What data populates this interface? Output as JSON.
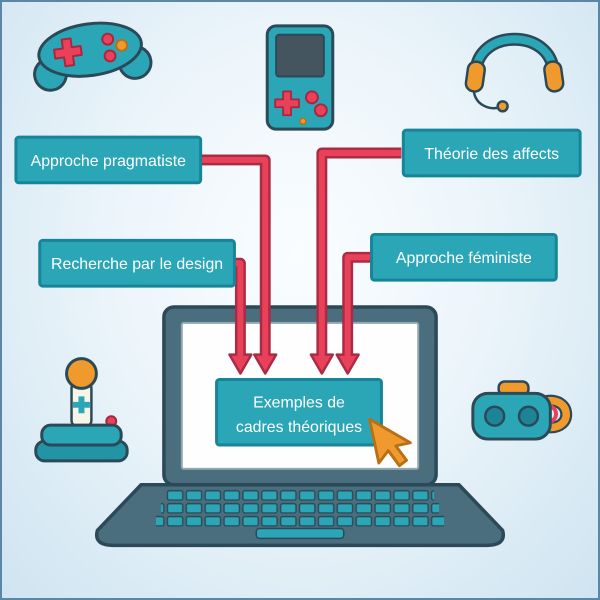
{
  "boxes": [
    {
      "id": "approche-pragmatiste",
      "label": "Approche pragmatiste"
    },
    {
      "id": "theorie-des-affects",
      "label": "Théorie des affects"
    },
    {
      "id": "recherche-par-le-design",
      "label": "Recherche par le design"
    },
    {
      "id": "approche-feministe",
      "label": "Approche féministe"
    }
  ],
  "center_box": {
    "line1": "Exemples de",
    "line2": "cadres théoriques"
  },
  "connections": [
    {
      "from": "Approche pragmatiste",
      "to": "Exemples de cadres théoriques"
    },
    {
      "from": "Théorie des affects",
      "to": "Exemples de cadres théoriques"
    },
    {
      "from": "Recherche par le design",
      "to": "Exemples de cadres théoriques"
    },
    {
      "from": "Approche féministe",
      "to": "Exemples de cadres théoriques"
    }
  ],
  "icons": [
    {
      "name": "gamepad-icon"
    },
    {
      "name": "handheld-console-icon"
    },
    {
      "name": "headphones-icon"
    },
    {
      "name": "joystick-icon"
    },
    {
      "name": "vr-headset-icon"
    },
    {
      "name": "laptop-icon"
    },
    {
      "name": "cursor-icon"
    }
  ],
  "colors": {
    "teal": "#2BA6B7",
    "teal_border": "#17849A",
    "teal_dark": "#1C8496",
    "red": "#E9415A",
    "red_dark": "#AC2B44",
    "orange": "#F09A2E",
    "orange_dark": "#B96F14",
    "laptop_body": "#4A6E7E",
    "outline": "#2B4956",
    "screen_white": "#FEFEFF",
    "background_center": "#FAFDFF",
    "background_edge": "#CFE4F1",
    "frame_border": "#5B87A6"
  }
}
